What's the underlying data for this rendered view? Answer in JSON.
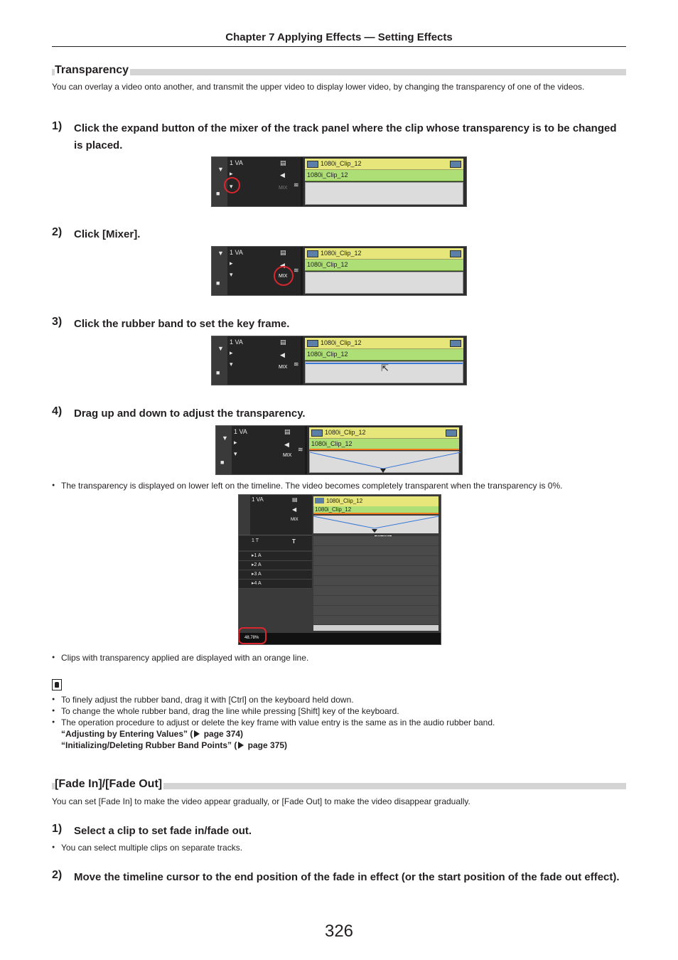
{
  "header": {
    "title": "Chapter 7   Applying Effects — Setting Effects"
  },
  "transparency": {
    "title": "Transparency",
    "intro": "You can overlay a video onto another, and transmit the upper video to display lower video, by changing the transparency of one of the videos.",
    "steps": [
      {
        "num": "1)",
        "text": "Click the expand button of the mixer of the track panel where the clip whose transparency is to be changed is placed."
      },
      {
        "num": "2)",
        "text": "Click [Mixer]."
      },
      {
        "num": "3)",
        "text": "Click the rubber band to set the key frame."
      },
      {
        "num": "4)",
        "text": "Drag up and down to adjust the transparency."
      }
    ],
    "bullet_after_4": "The transparency is displayed on lower left on the timeline. The video becomes completely transparent when the transparency is 0%.",
    "bullet_orange": "Clips with transparency applied are displayed with an orange line.",
    "notes": [
      "To finely adjust the rubber band, drag it with [Ctrl] on the keyboard held down.",
      "To change the whole rubber band, drag the line while pressing [Shift] key of the keyboard.",
      "The operation procedure to adjust or delete the key frame with value entry is the same as in the audio rubber band."
    ],
    "refs": [
      {
        "title": "“Adjusting by Entering Values” (",
        "page": " page 374)"
      },
      {
        "title": "“Initializing/Deleting Rubber Band Points” (",
        "page": " page 375)"
      }
    ]
  },
  "screens": {
    "track_label": "1 VA",
    "clip_name": "1080i_Clip_12",
    "mix_label": "MIX",
    "value_readout": "48.78%",
    "text_track": "1 T",
    "audio_tracks": [
      "1 A",
      "2 A",
      "3 A",
      "4 A"
    ]
  },
  "fade": {
    "title": "[Fade In]/[Fade Out]",
    "intro": "You can set [Fade In] to make the video appear gradually, or [Fade Out] to make the video disappear gradually.",
    "steps": [
      {
        "num": "1)",
        "text": "Select a clip to set fade in/fade out."
      },
      {
        "num": "2)",
        "text": "Move the timeline cursor to the end position of the fade in effect (or the start position of the fade out effect)."
      }
    ],
    "bullet_1": "You can select multiple clips on separate tracks."
  },
  "page_number": "326",
  "colors": {
    "clip_video": "#e6e67a",
    "clip_audio": "#aede76",
    "highlight": "#d9262e",
    "rubber_band_orange": "#f07c1e",
    "rubber_band_blue": "#3a78d6"
  }
}
